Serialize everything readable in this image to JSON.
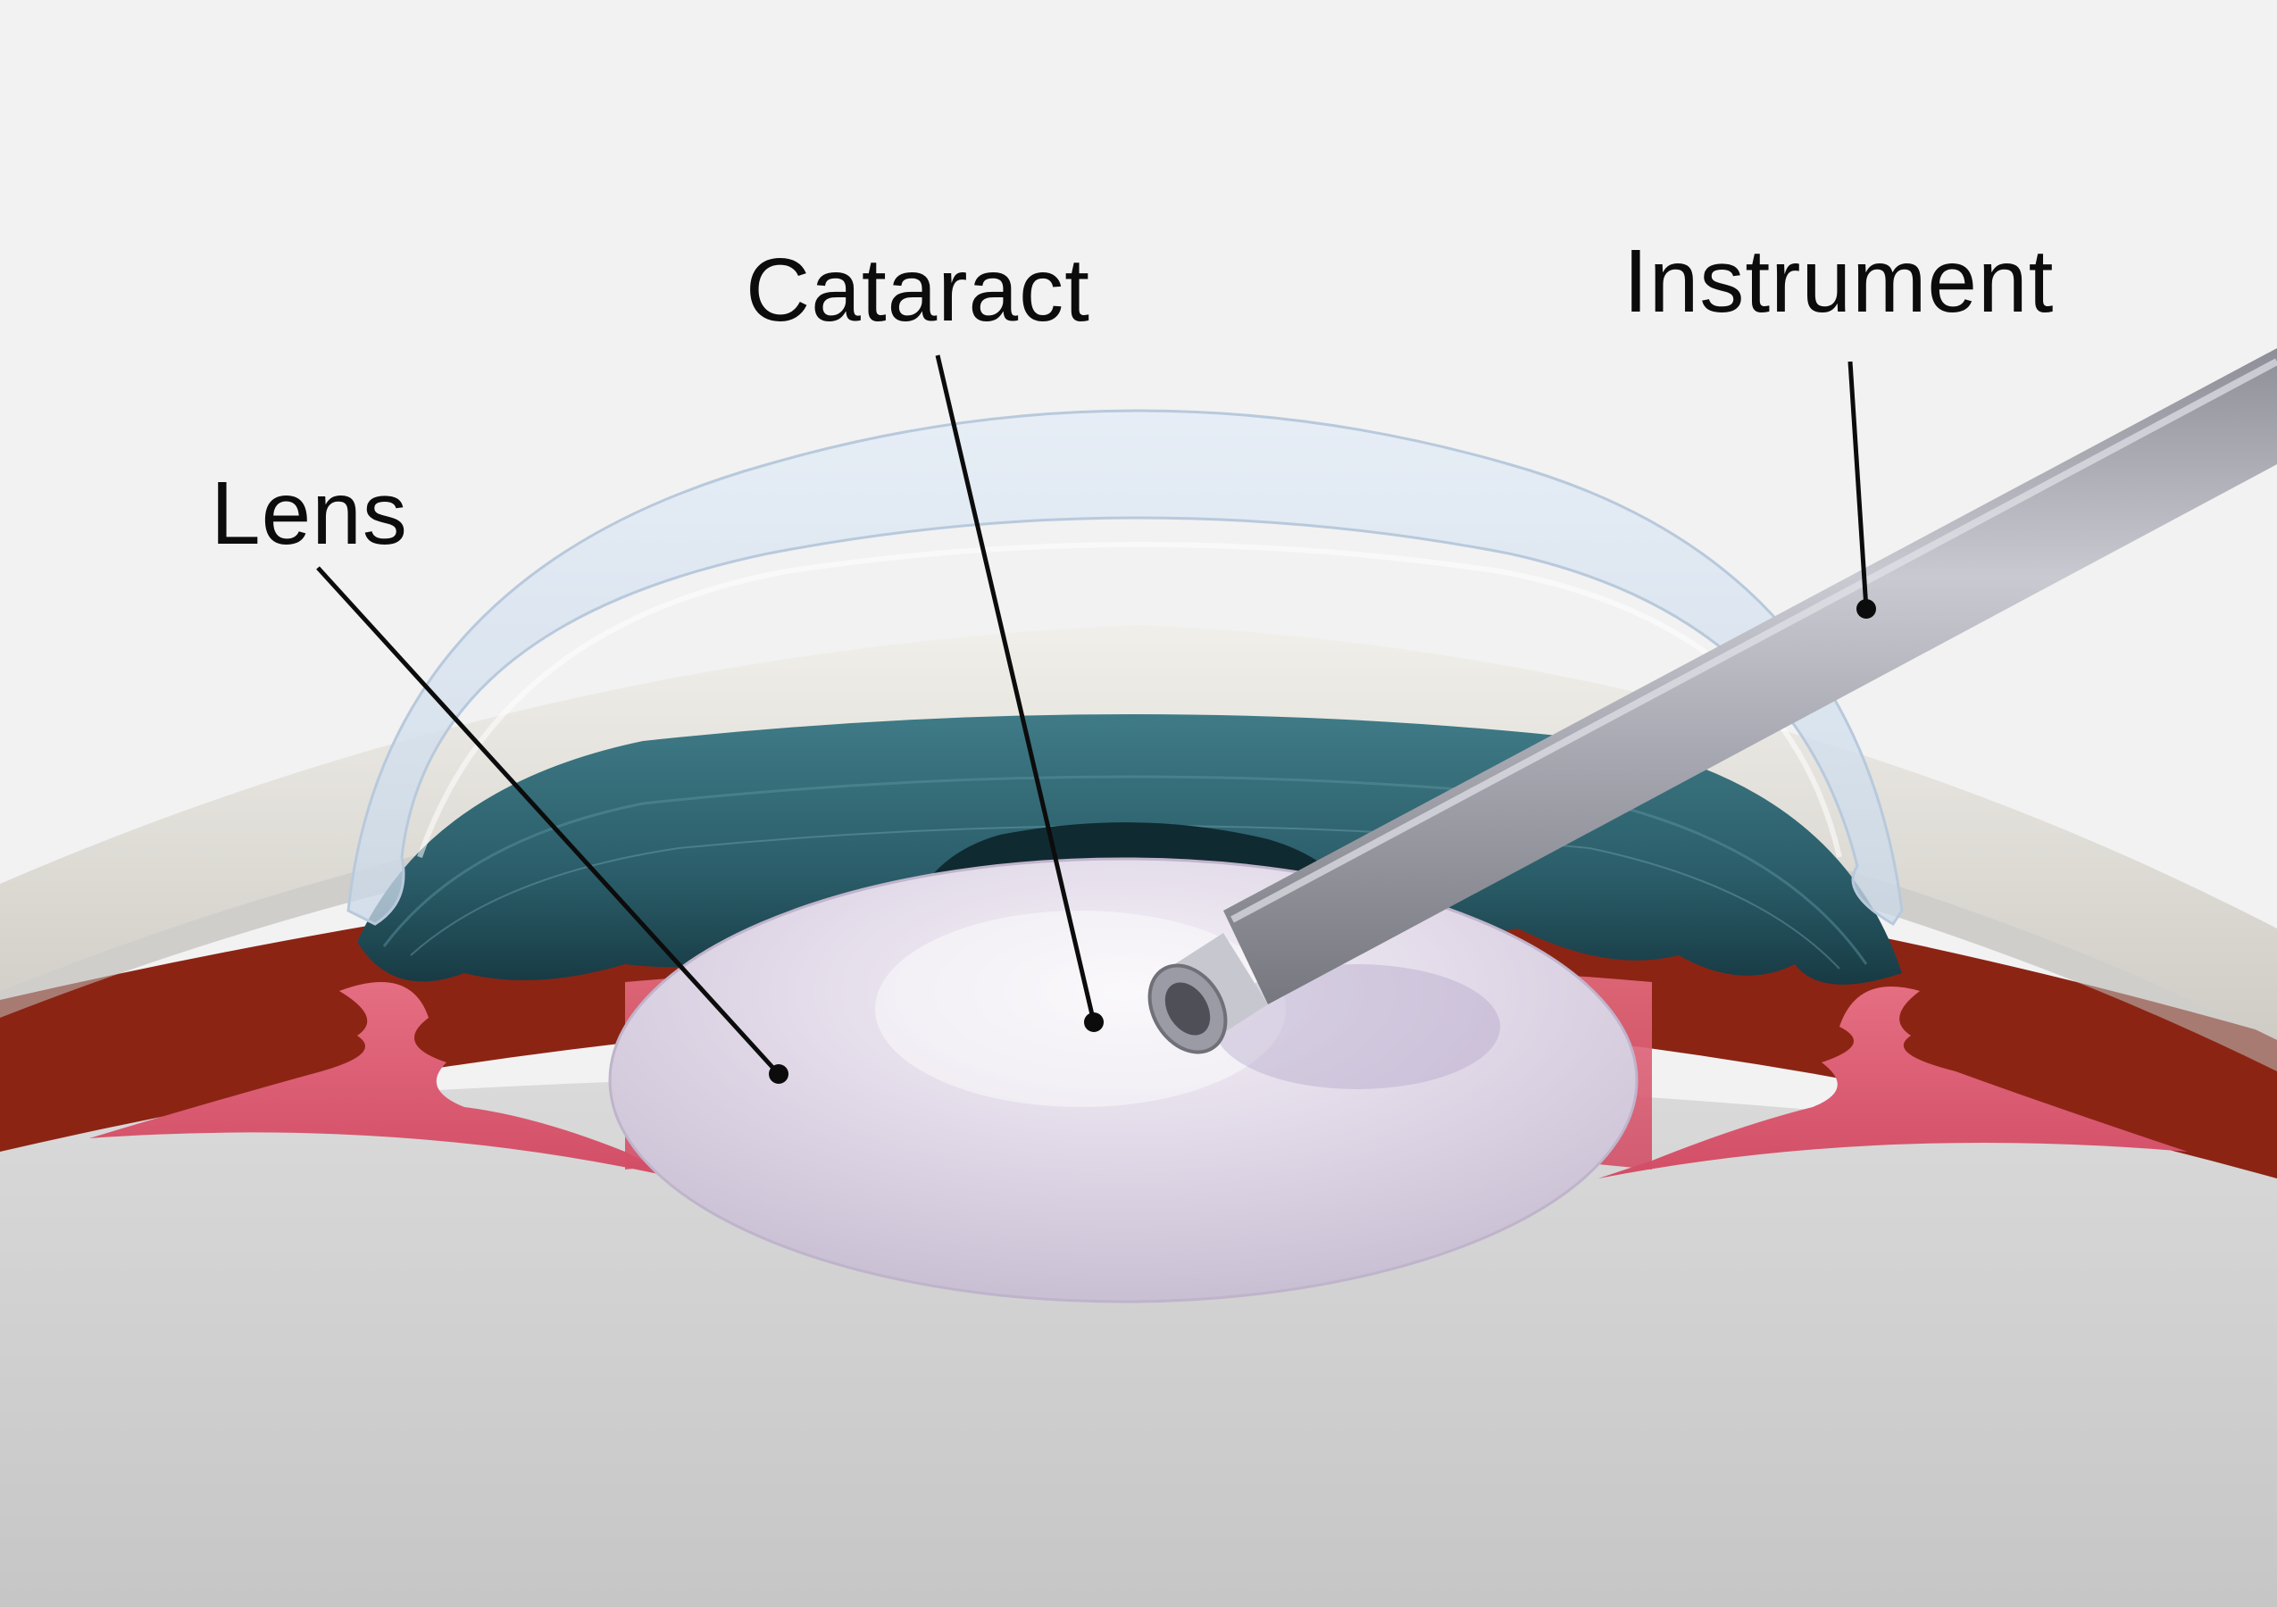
{
  "labels": {
    "lens": "Lens",
    "cataract": "Cataract",
    "instrument": "Instrument"
  },
  "colors": {
    "background": "#f2f2f2",
    "sclera": "#e6e4df",
    "iris": "#2f6672",
    "iris_dark": "#173a43",
    "choroid": "#8c2414",
    "ciliary_pink": "#dc5e74",
    "lens": "#dcd4e3",
    "vitreous": "#d2d2d2",
    "cornea": "#d8e4f0",
    "instrument": "#a8a9b2",
    "leader_line": "#0c0c0c"
  }
}
